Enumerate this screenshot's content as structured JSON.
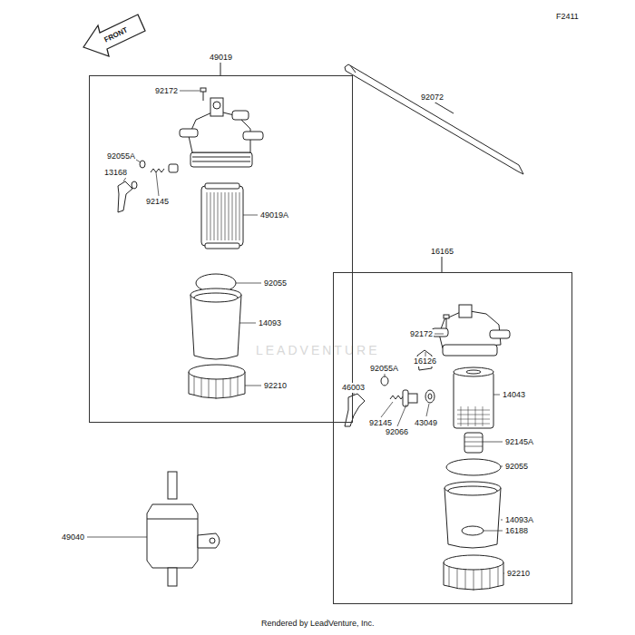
{
  "diagram": {
    "nodes": [
      {
        "text": [
          "49019"
        ]
      },
      {
        "text": [
          "16165"
        ]
      }
    ],
    "labels": [
      "F2411",
      "FRONT",
      "92172",
      "92055A",
      "13168",
      "92145",
      "49019A",
      "92055",
      "14093",
      "92210",
      "92072",
      "92172",
      "16126",
      "92055A",
      "46003",
      "92145",
      "92066",
      "43049",
      "14043",
      "92145A",
      "92055",
      "14093A",
      "16188",
      "92210",
      "49040",
      "Rendered by LeadVenture, Inc.",
      "LEADVENTURE"
    ]
  }
}
